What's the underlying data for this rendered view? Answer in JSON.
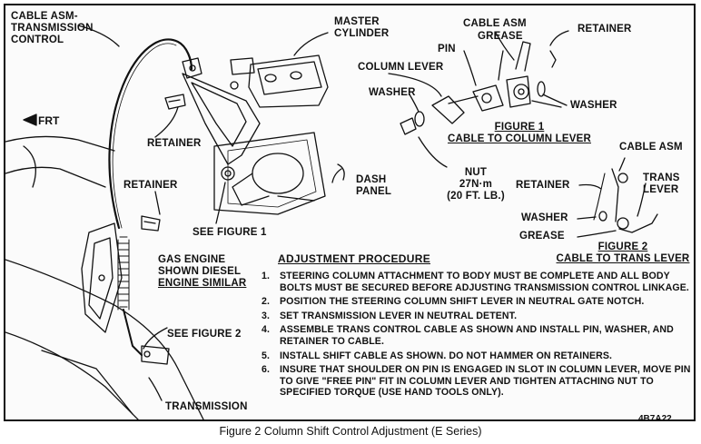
{
  "labels": {
    "cable_asm_trans_control": [
      "CABLE ASM-",
      "TRANSMISSION",
      "CONTROL"
    ],
    "master_cylinder": [
      "MASTER",
      "CYLINDER"
    ],
    "frt": "FRT",
    "retainer_upper": "RETAINER",
    "retainer_lower": "RETAINER",
    "see_figure_1": "SEE FIGURE 1",
    "dash_panel": [
      "DASH",
      "PANEL"
    ],
    "gas_engine": [
      "GAS ENGINE",
      "SHOWN DIESEL",
      "ENGINE SIMILAR"
    ],
    "see_figure_2": "SEE FIGURE 2",
    "transmission": "TRANSMISSION"
  },
  "figure1": {
    "cable_asm": "CABLE ASM",
    "grease": "GREASE",
    "pin": "PIN",
    "retainer": "RETAINER",
    "column_lever": "COLUMN LEVER",
    "washer_left": "WASHER",
    "washer_right": "WASHER",
    "title": [
      "FIGURE 1",
      "CABLE TO COLUMN LEVER"
    ],
    "nut": [
      "NUT",
      "27N·m",
      "(20 FT. LB.)"
    ]
  },
  "figure2": {
    "cable_asm": "CABLE ASM",
    "retainer": "RETAINER",
    "trans_lever": [
      "TRANS",
      "LEVER"
    ],
    "washer": "WASHER",
    "grease": "GREASE",
    "title": [
      "FIGURE 2",
      "CABLE TO TRANS LEVER"
    ]
  },
  "procedure": {
    "title": "ADJUSTMENT PROCEDURE",
    "steps": [
      {
        "num": "1.",
        "text": "STEERING COLUMN ATTACHMENT TO BODY MUST BE COMPLETE AND ALL BODY BOLTS MUST BE SECURED BEFORE ADJUSTING TRANSMISSION CONTROL LINKAGE."
      },
      {
        "num": "2.",
        "text": "POSITION THE STEERING COLUMN SHIFT LEVER IN NEUTRAL GATE NOTCH."
      },
      {
        "num": "3.",
        "text": "SET TRANSMISSION LEVER IN NEUTRAL DETENT."
      },
      {
        "num": "4.",
        "text": "ASSEMBLE TRANS CONTROL CABLE AS SHOWN AND INSTALL PIN, WASHER, AND RETAINER TO CABLE."
      },
      {
        "num": "5.",
        "text": "INSTALL SHIFT CABLE AS SHOWN. DO NOT HAMMER ON RETAINERS."
      },
      {
        "num": "6.",
        "text": "INSURE THAT SHOULDER ON PIN IS ENGAGED IN SLOT IN COLUMN LEVER, MOVE PIN TO GIVE \"FREE PIN\" FIT IN COLUMN LEVER AND TIGHTEN ATTACHING NUT TO SPECIFIED TORQUE (USE HAND TOOLS ONLY)."
      }
    ]
  },
  "figure_code": "4B7A22",
  "caption": "Figure 2 Column Shift Control Adjustment (E Series)"
}
